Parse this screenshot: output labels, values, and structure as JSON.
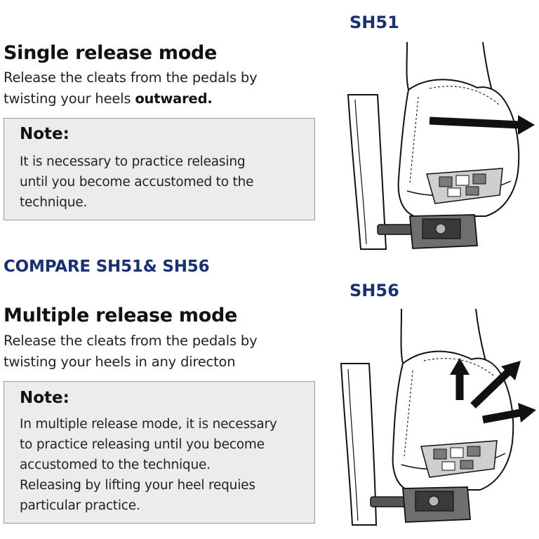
{
  "single": {
    "title": "Single release mode",
    "line1": "Release the cleats from the pedals by",
    "line2_prefix": "twisting your heels ",
    "line2_bold": "outwared.",
    "note": {
      "title": "Note:",
      "lines": [
        "It is necessary to practice releasing",
        "until you become accustomed to the",
        "technique."
      ]
    }
  },
  "compare_heading": "COMPARE SH51& SH56",
  "multiple": {
    "title": "Multiple release mode",
    "line1": "Release the cleats from the pedals by",
    "line2": "twisting your heels in any directon",
    "note": {
      "title": "Note:",
      "lines": [
        "In multiple release mode, it is necessary",
        "to practice releasing until you become",
        "accustomed to the technique.",
        "Releasing by lifting your heel requies",
        "particular practice."
      ]
    }
  },
  "illustrations": {
    "top_label": "SH51",
    "bottom_label": "SH56"
  },
  "colors": {
    "accent_navy": "#1b2f73",
    "note_bg": "#ececec",
    "note_border": "#9a9a9a"
  }
}
